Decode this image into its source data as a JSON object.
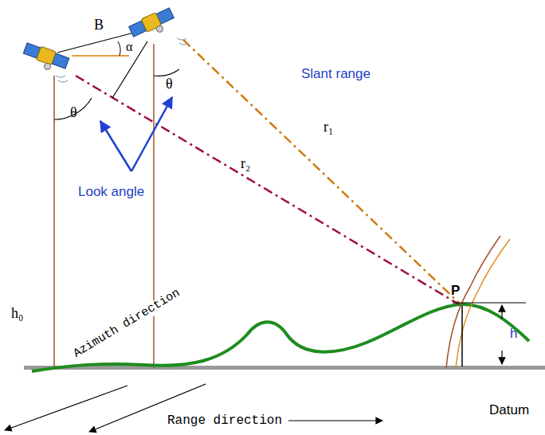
{
  "diagram": {
    "labels": [
      "B",
      "α",
      "θ",
      "θ",
      "r₁",
      "Slant range",
      "r₂",
      "Look angle",
      "h₀",
      "Azimuth direction",
      "P",
      "h",
      "Range direction",
      "Datum"
    ]
  }
}
